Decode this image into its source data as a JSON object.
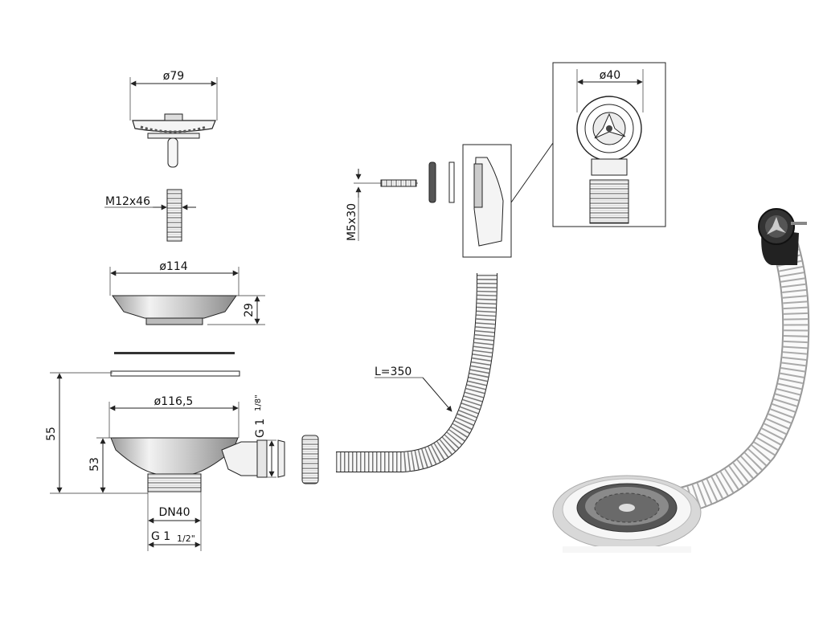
{
  "labels": {
    "strainer_diameter": "ø79",
    "rod_thread": "M12x46",
    "flange_diameter": "ø114",
    "flange_height": "29",
    "body_diameter": "ø116,5",
    "total_height": "55",
    "body_height": "53",
    "outlet_thread_prefix": "G 1",
    "outlet_thread_fraction": "1/8\"",
    "drain_size": "DN40",
    "drain_thread_prefix": "G 1",
    "drain_thread_fraction": "1/2\"",
    "screw_size": "M5x30",
    "hose_length": "L=350",
    "overflow_diameter": "ø40"
  }
}
